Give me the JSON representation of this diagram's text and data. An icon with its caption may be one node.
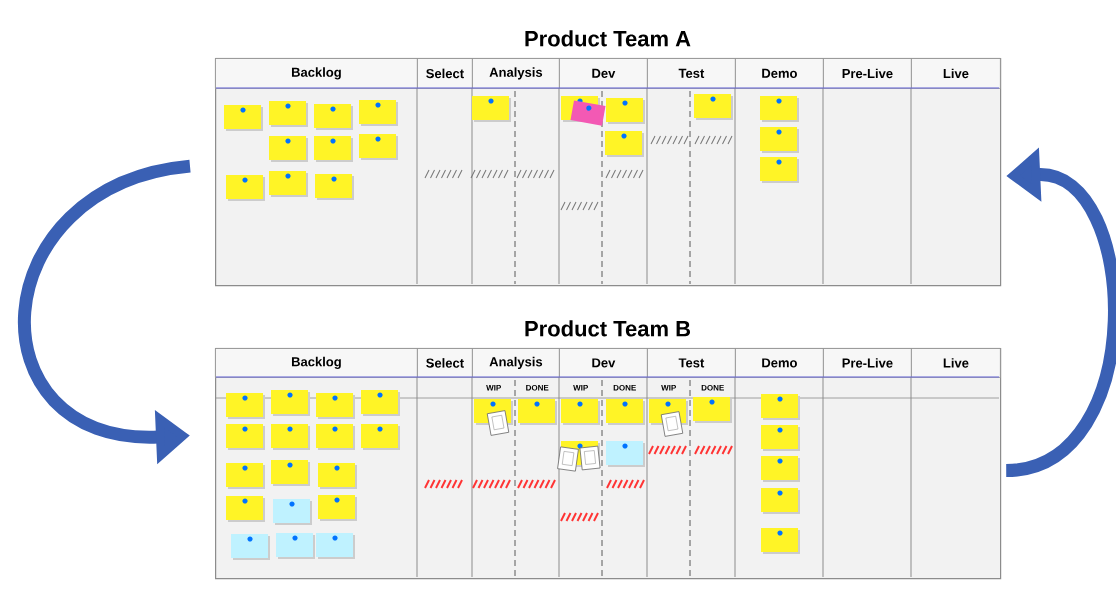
{
  "diagram": {
    "nodes": [
      {
        "text": [
          "Product Team A"
        ]
      },
      {
        "text": [
          "Backlog"
        ],
        "in": 0
      },
      {
        "text": [
          "Select"
        ],
        "in": 0
      },
      {
        "text": [
          "Analysis"
        ],
        "in": 0
      },
      {
        "text": [
          "Dev"
        ],
        "in": 0
      },
      {
        "text": [
          "Test"
        ],
        "in": 0
      },
      {
        "text": [
          "Demo"
        ],
        "in": 0
      },
      {
        "text": [
          "Pre-Live"
        ],
        "in": 0
      },
      {
        "text": [
          "Live"
        ],
        "in": 0
      },
      {
        "text": [
          "Product Team B"
        ]
      },
      {
        "text": [
          "Backlog"
        ],
        "in": 9
      },
      {
        "text": [
          "Select"
        ],
        "in": 9
      },
      {
        "text": [
          "Analysis"
        ],
        "in": 9
      },
      {
        "text": [
          "Dev"
        ],
        "in": 9
      },
      {
        "text": [
          "Test"
        ],
        "in": 9
      },
      {
        "text": [
          "Demo"
        ],
        "in": 9
      },
      {
        "text": [
          "Pre-Live"
        ],
        "in": 9
      },
      {
        "text": [
          "Live"
        ],
        "in": 9
      },
      {
        "text": [
          "WIP"
        ],
        "in": 9
      },
      {
        "text": [
          "DONE"
        ],
        "in": 9
      },
      {
        "text": [
          "WIP"
        ],
        "in": 9
      },
      {
        "text": [
          "DONE"
        ],
        "in": 9
      },
      {
        "text": [
          "WIP"
        ],
        "in": 9
      },
      {
        "text": [
          "DONE"
        ],
        "in": 9
      }
    ],
    "edges": [
      {
        "from": 0,
        "to": 9,
        "arrow": "to"
      },
      {
        "from": 9,
        "to": 0,
        "arrow": "to"
      }
    ]
  }
}
